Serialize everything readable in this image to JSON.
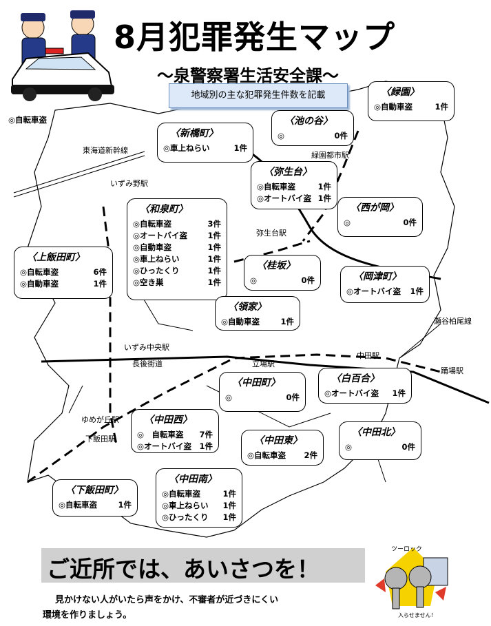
{
  "header": {
    "title": "8月犯罪発生マップ",
    "subtitle": "〜泉警察署生活安全課〜",
    "note": "地域別の主な犯罪発生件数を記載"
  },
  "top_left_entry": "◎自転車盗",
  "map_labels": {
    "tokaido": "東海道新幹線",
    "izuminoStation": "いずみ野駅",
    "ryokuenStation": "緑園都市駅",
    "yayoidaiStation": "弥生台駅",
    "izumiChuoStation": "いずみ中央駅",
    "nagagoKaido": "長後街道",
    "tachibaStation": "立場駅",
    "nakadaStation": "中田駅",
    "odoribaStation": "踊場駅",
    "seyaLine": "瀬谷柏尾線",
    "yumegaokaStation": "ゆめが丘駅",
    "shimoiidaStation": "下飯田駅"
  },
  "areas": {
    "ryokuen": {
      "name": "〈緑園〉",
      "rows": [
        {
          "item": "◎自動車盗",
          "count": "1件"
        }
      ]
    },
    "ikenotani": {
      "name": "〈池の谷〉",
      "rows": [
        {
          "item": "◎",
          "count": "0件"
        }
      ]
    },
    "shinbashi": {
      "name": "〈新橋町〉",
      "rows": [
        {
          "item": "◎車上ねらい",
          "count": "1件"
        }
      ]
    },
    "yayoidai": {
      "name": "〈弥生台〉",
      "rows": [
        {
          "item": "◎自転車盗",
          "count": "1件"
        },
        {
          "item": "◎オートバイ盗",
          "count": "1件"
        }
      ]
    },
    "nishigaoka": {
      "name": "〈西が岡〉",
      "rows": [
        {
          "item": "◎",
          "count": "0件"
        }
      ]
    },
    "izumicho": {
      "name": "〈和泉町〉",
      "rows": [
        {
          "item": "◎自転車盗",
          "count": "3件"
        },
        {
          "item": "◎オートバイ盗",
          "count": "1件"
        },
        {
          "item": "◎自動車盗",
          "count": "1件"
        },
        {
          "item": "◎車上ねらい",
          "count": "1件"
        },
        {
          "item": "◎ひったくり",
          "count": "1件"
        },
        {
          "item": "◎空き巣",
          "count": "1件"
        }
      ]
    },
    "kamiiida": {
      "name": "〈上飯田町〉",
      "rows": [
        {
          "item": "◎自転車盗",
          "count": "6件"
        },
        {
          "item": "◎自動車盗",
          "count": "1件"
        }
      ]
    },
    "katsurazaka": {
      "name": "〈桂坂〉",
      "rows": [
        {
          "item": "◎",
          "count": "0件"
        }
      ]
    },
    "okatsu": {
      "name": "〈岡津町〉",
      "rows": [
        {
          "item": "◎オートバイ盗",
          "count": "1件"
        }
      ]
    },
    "ryoke": {
      "name": "〈領家〉",
      "rows": [
        {
          "item": "◎自動車盗",
          "count": "1件"
        }
      ]
    },
    "nakadacho": {
      "name": "〈中田町〉",
      "rows": [
        {
          "item": "◎",
          "count": "0件"
        }
      ]
    },
    "shirayuri": {
      "name": "〈白百合〉",
      "rows": [
        {
          "item": "◎オートバイ盗",
          "count": "1件"
        }
      ]
    },
    "nakadanishi": {
      "name": "〈中田西〉",
      "rows": [
        {
          "item": "◎　自転車盗",
          "count": "7件"
        },
        {
          "item": "◎オートバイ盗",
          "count": "1件"
        }
      ]
    },
    "nakadahigashi": {
      "name": "〈中田東〉",
      "rows": [
        {
          "item": "◎自転車盗",
          "count": "2件"
        }
      ]
    },
    "nakadakita": {
      "name": "〈中田北〉",
      "rows": [
        {
          "item": "◎",
          "count": "0件"
        }
      ]
    },
    "shimoiida": {
      "name": "〈下飯田町〉",
      "rows": [
        {
          "item": "◎自転車盗",
          "count": "1件"
        }
      ]
    },
    "nakadaminami": {
      "name": "〈中田南〉",
      "rows": [
        {
          "item": "◎自転車盗",
          "count": "1件"
        },
        {
          "item": "◎車上ねらい",
          "count": "1件"
        },
        {
          "item": "◎ひったくり",
          "count": "1件"
        }
      ]
    }
  },
  "banner": "ご近所では、あいさつを！",
  "footer": {
    "line1": "見かけない人がいたら声をかけ、不審者が近づきにくい",
    "line2": "環境を作りましょう。"
  },
  "mascot": {
    "top_text": "ツーロック",
    "bottom_text": "入らせません！"
  }
}
